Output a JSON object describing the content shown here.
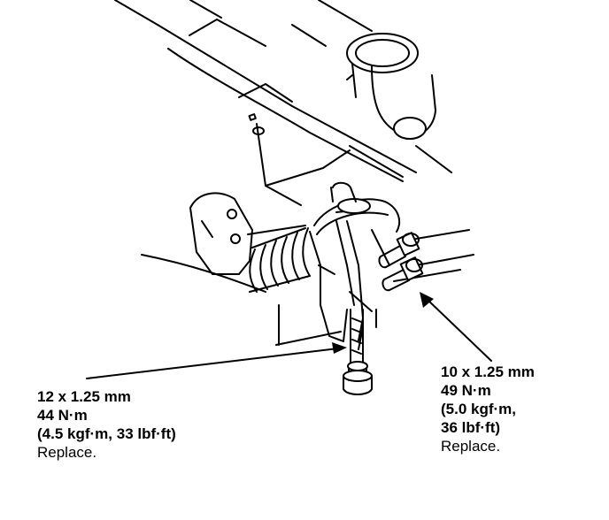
{
  "callout_left": {
    "size": "12 x 1.25 mm",
    "torque_nm": "44 N·m",
    "torque_alt": "(4.5 kgf·m, 33 lbf·ft)",
    "note": "Replace."
  },
  "callout_right": {
    "size": "10 x 1.25 mm",
    "torque_nm": "49 N·m",
    "torque_alt_1": "(5.0 kgf·m,",
    "torque_alt_2": "36 lbf·ft)",
    "note": "Replace."
  },
  "colors": {
    "line": "#000000",
    "background": "#ffffff"
  }
}
